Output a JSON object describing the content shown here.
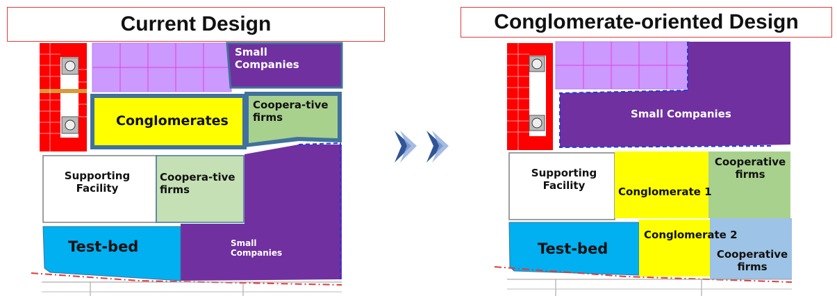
{
  "left_panel": {
    "title": "Current Design",
    "zones": {
      "small_companies_top": "Small Companies",
      "conglomerates": "Conglomerates",
      "cooperative_top": "Coopera-tive firms",
      "supporting_facility": "Supporting Facility",
      "cooperative_mid": "Coopera-tive firms",
      "test_bed": "Test-bed",
      "small_companies_bottom": "Small Companies"
    }
  },
  "right_panel": {
    "title": "Conglomerate-oriented Design",
    "zones": {
      "small_companies": "Small Companies",
      "supporting_facility": "Supporting Facility",
      "cooperative_1": "Cooperative firms",
      "conglomerate_1": "Conglomerate 1",
      "test_bed": "Test-bed",
      "conglomerate_2": "Conglomerate 2",
      "cooperative_2": "Cooperative firms"
    }
  },
  "arrow": {
    "icon": "double-chevron-right-icon"
  },
  "colors": {
    "title_border": "#e03a3a",
    "small_companies": "#7030a0",
    "conglomerate": "#ffff00",
    "cooperative": "#a9d18e",
    "supporting": "#ffffff",
    "test_bed": "#00b0f0",
    "lavender_grid": "#cc99ff",
    "parking_red": "#ff0000",
    "arrow_blue": "#2f5597"
  }
}
